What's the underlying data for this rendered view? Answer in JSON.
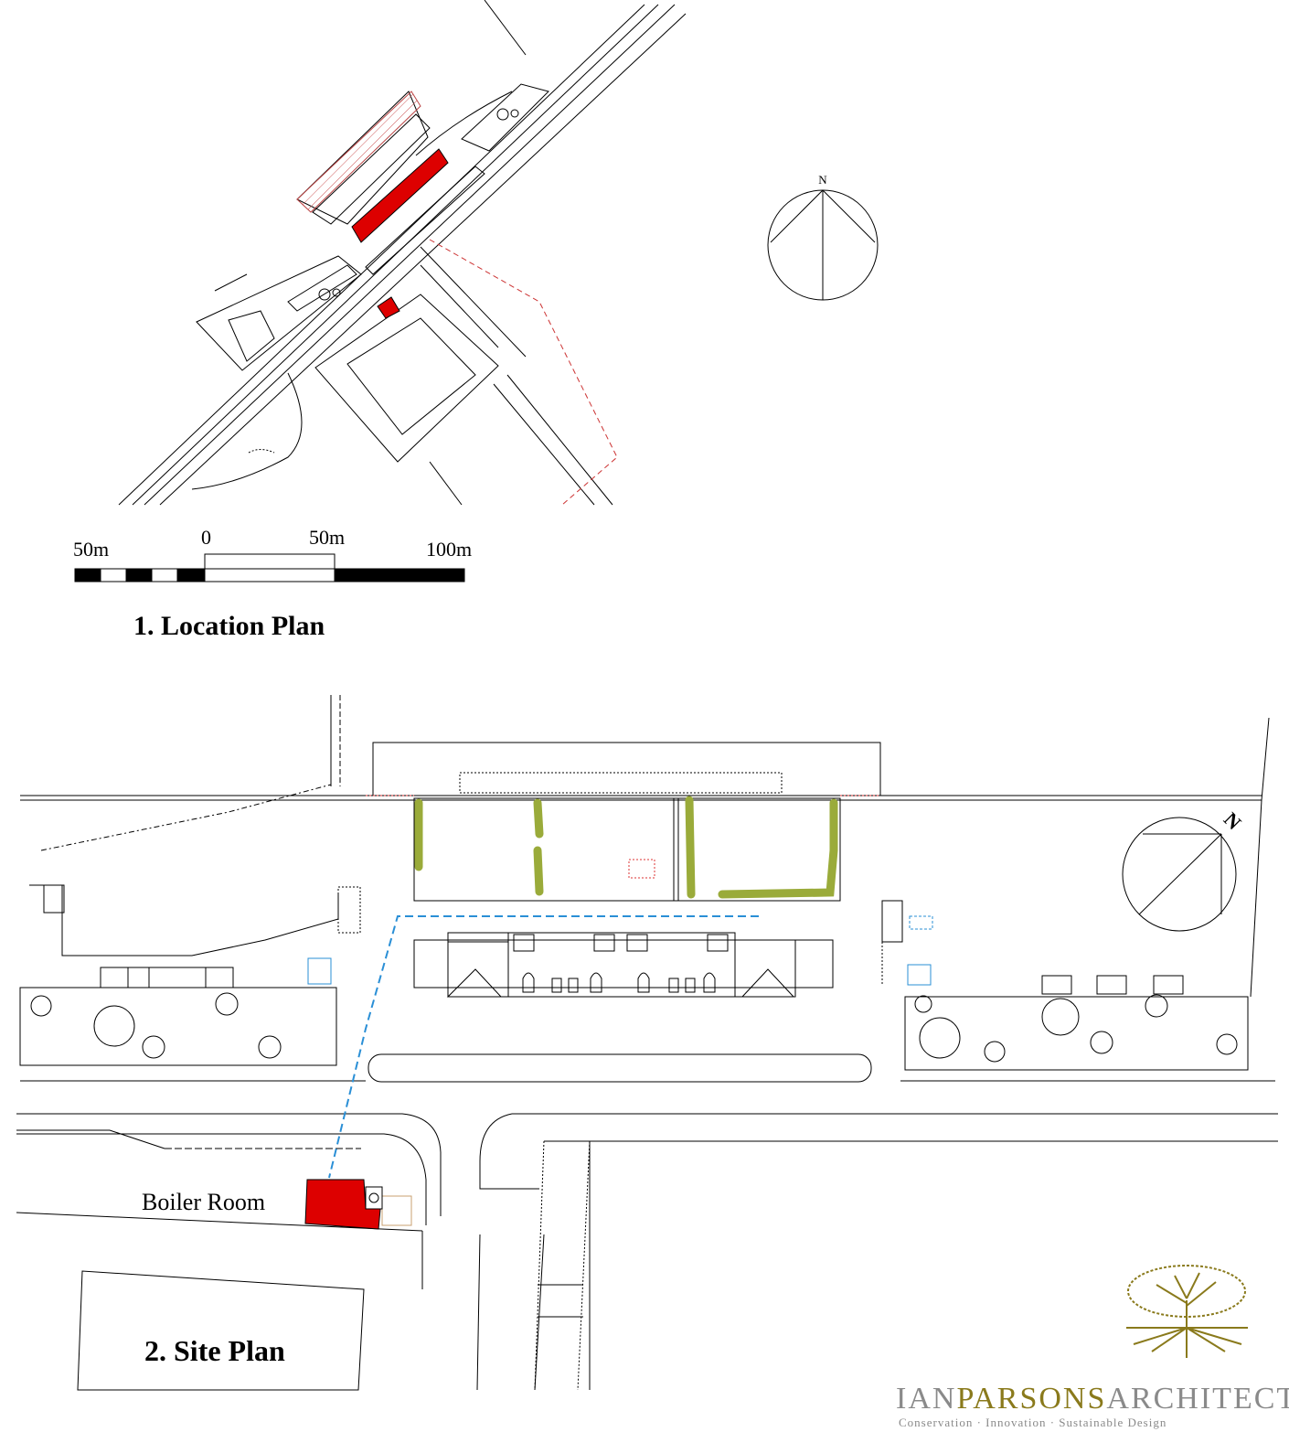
{
  "location_plan": {
    "title": "1. Location Plan",
    "north_label": "N",
    "scale_bar": {
      "labels": [
        "50m",
        "0",
        "50m",
        "100m"
      ]
    }
  },
  "site_plan": {
    "title": "2. Site Plan",
    "north_label": "N",
    "boiler_room_label": "Boiler Room"
  },
  "branding": {
    "name_part1": "IAN",
    "name_part2": "PARSONS",
    "name_part3": "ARCHITECT",
    "tagline": "Conservation · Innovation · Sustainable Design"
  },
  "colors": {
    "highlight_red": "#dd0000",
    "hedge_green": "#9aab3a",
    "service_blue": "#2a8fd6",
    "brand_grey": "#8a8a8a",
    "brand_olive": "#8a7a1c"
  }
}
